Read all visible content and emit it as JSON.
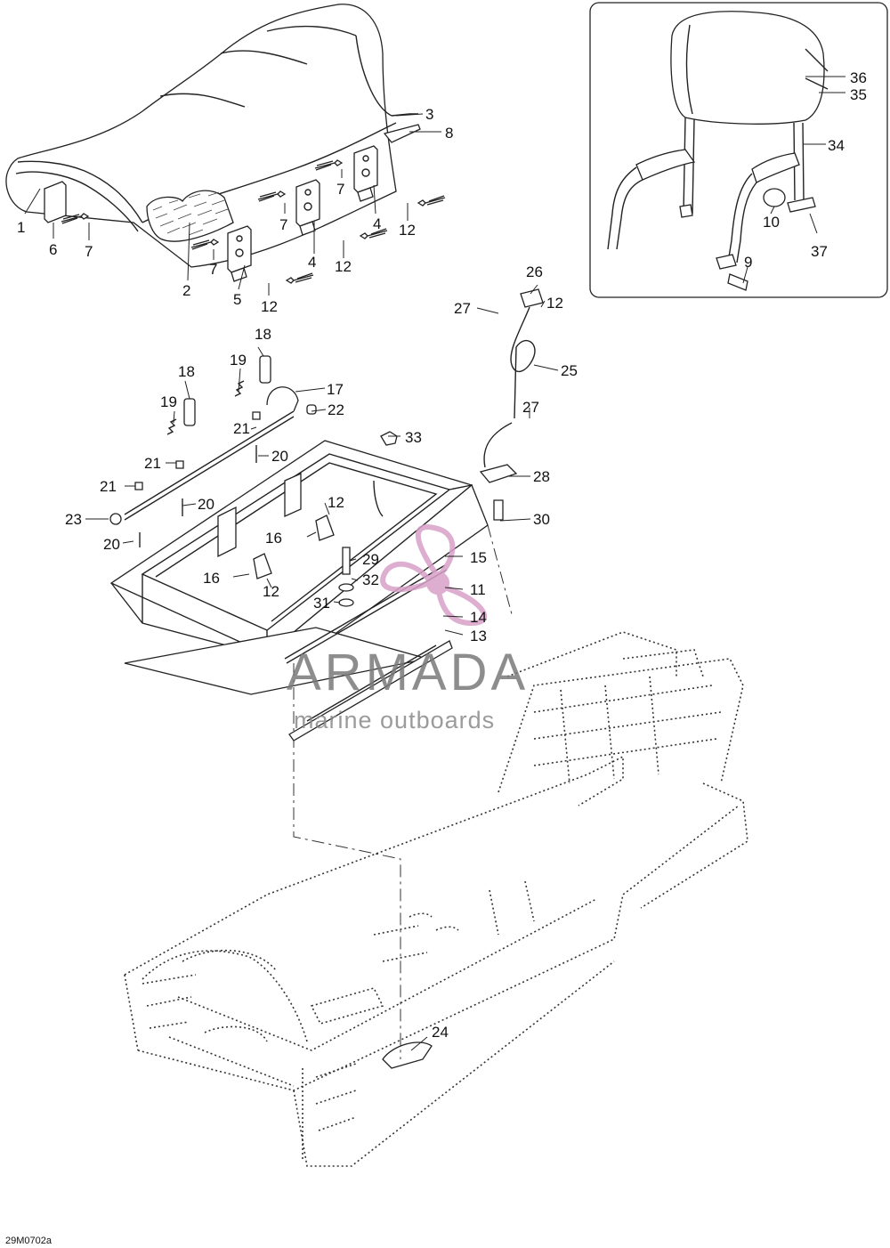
{
  "figure_code": "29M0702a",
  "watermark": {
    "title": "ARMADA",
    "subtitle": "marine outboards",
    "logo_color": "#d8a0c8"
  },
  "callouts": {
    "c1": "1",
    "c2": "2",
    "c3": "3",
    "c4a": "4",
    "c4b": "4",
    "c5": "5",
    "c6": "6",
    "c7a": "7",
    "c7b": "7",
    "c7c": "7",
    "c7d": "7",
    "c8": "8",
    "c9": "9",
    "c10": "10",
    "c11": "11",
    "c12a": "12",
    "c12b": "12",
    "c12c": "12",
    "c12d": "12",
    "c12e": "12",
    "c12f": "12",
    "c13": "13",
    "c14": "14",
    "c15": "15",
    "c16a": "16",
    "c16b": "16",
    "c17": "17",
    "c18a": "18",
    "c18b": "18",
    "c19a": "19",
    "c19b": "19",
    "c20a": "20",
    "c20b": "20",
    "c20c": "20",
    "c21a": "21",
    "c21b": "21",
    "c21c": "21",
    "c22": "22",
    "c23": "23",
    "c24": "24",
    "c25": "25",
    "c26": "26",
    "c27a": "27",
    "c27b": "27",
    "c28": "28",
    "c29": "29",
    "c30": "30",
    "c31": "31",
    "c32": "32",
    "c33": "33",
    "c34": "34",
    "c35": "35",
    "c36": "36",
    "c37": "37"
  }
}
